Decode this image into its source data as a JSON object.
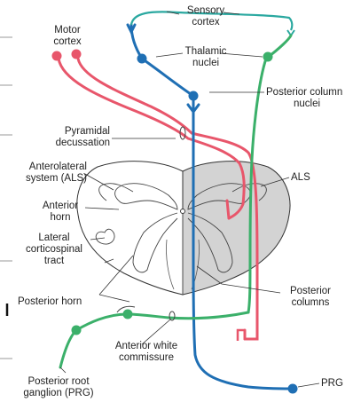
{
  "labels": {
    "sensory_cortex_1": "Sensory",
    "sensory_cortex_2": "cortex",
    "motor_cortex_1": "Motor",
    "motor_cortex_2": "cortex",
    "thalamic_nuclei_1": "Thalamic",
    "thalamic_nuclei_2": "nuclei",
    "posterior_column_nuclei_1": "Posterior column",
    "posterior_column_nuclei_2": "nuclei",
    "pyramidal_decussation_1": "Pyramidal",
    "pyramidal_decussation_2": "decussation",
    "anterolateral_system_1": "Anterolateral",
    "anterolateral_system_2": "system (ALS)",
    "als": "ALS",
    "anterior_horn_1": "Anterior",
    "anterior_horn_2": "horn",
    "lateral_corticospinal_1": "Lateral",
    "lateral_corticospinal_2": "corticospinal",
    "lateral_corticospinal_3": "tract",
    "posterior_horn": "Posterior horn",
    "posterior_columns_1": "Posterior",
    "posterior_columns_2": "columns",
    "anterior_white_commissure_1": "Anterior white",
    "anterior_white_commissure_2": "commissure",
    "posterior_root_ganglion_1": "Posterior root",
    "posterior_root_ganglion_2": "ganglion (PRG)",
    "prg": "PRG"
  },
  "colors": {
    "motor": "#e8566b",
    "sensory_column": "#1f6fb4",
    "als": "#3bb06a",
    "leader": "#333333",
    "grey_matter_shade": "#cfcfcf"
  }
}
